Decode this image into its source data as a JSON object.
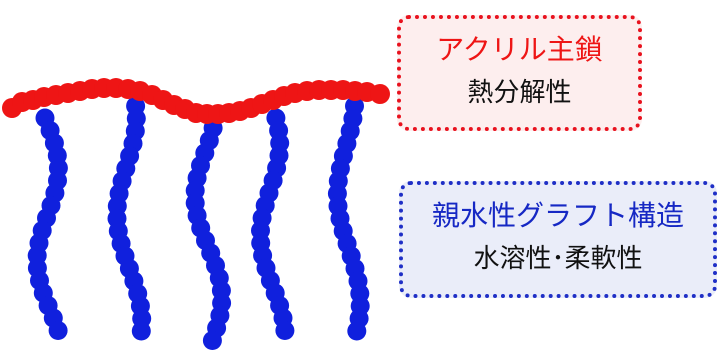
{
  "colors": {
    "backbone_bead": "#ee1515",
    "graft_bead": "#1020dd",
    "backbone_title": "#ee1515",
    "graft_title": "#1628c4",
    "backbone_box_border": "#e8121e",
    "graft_box_border": "#1f2fc6"
  },
  "backbone_label": {
    "title": "アクリル主鎖",
    "subtitle": "熱分解性"
  },
  "graft_label": {
    "title": "親水性グラフト構造",
    "subtitle": "水溶性･柔軟性"
  },
  "graft_chain_count": 5
}
